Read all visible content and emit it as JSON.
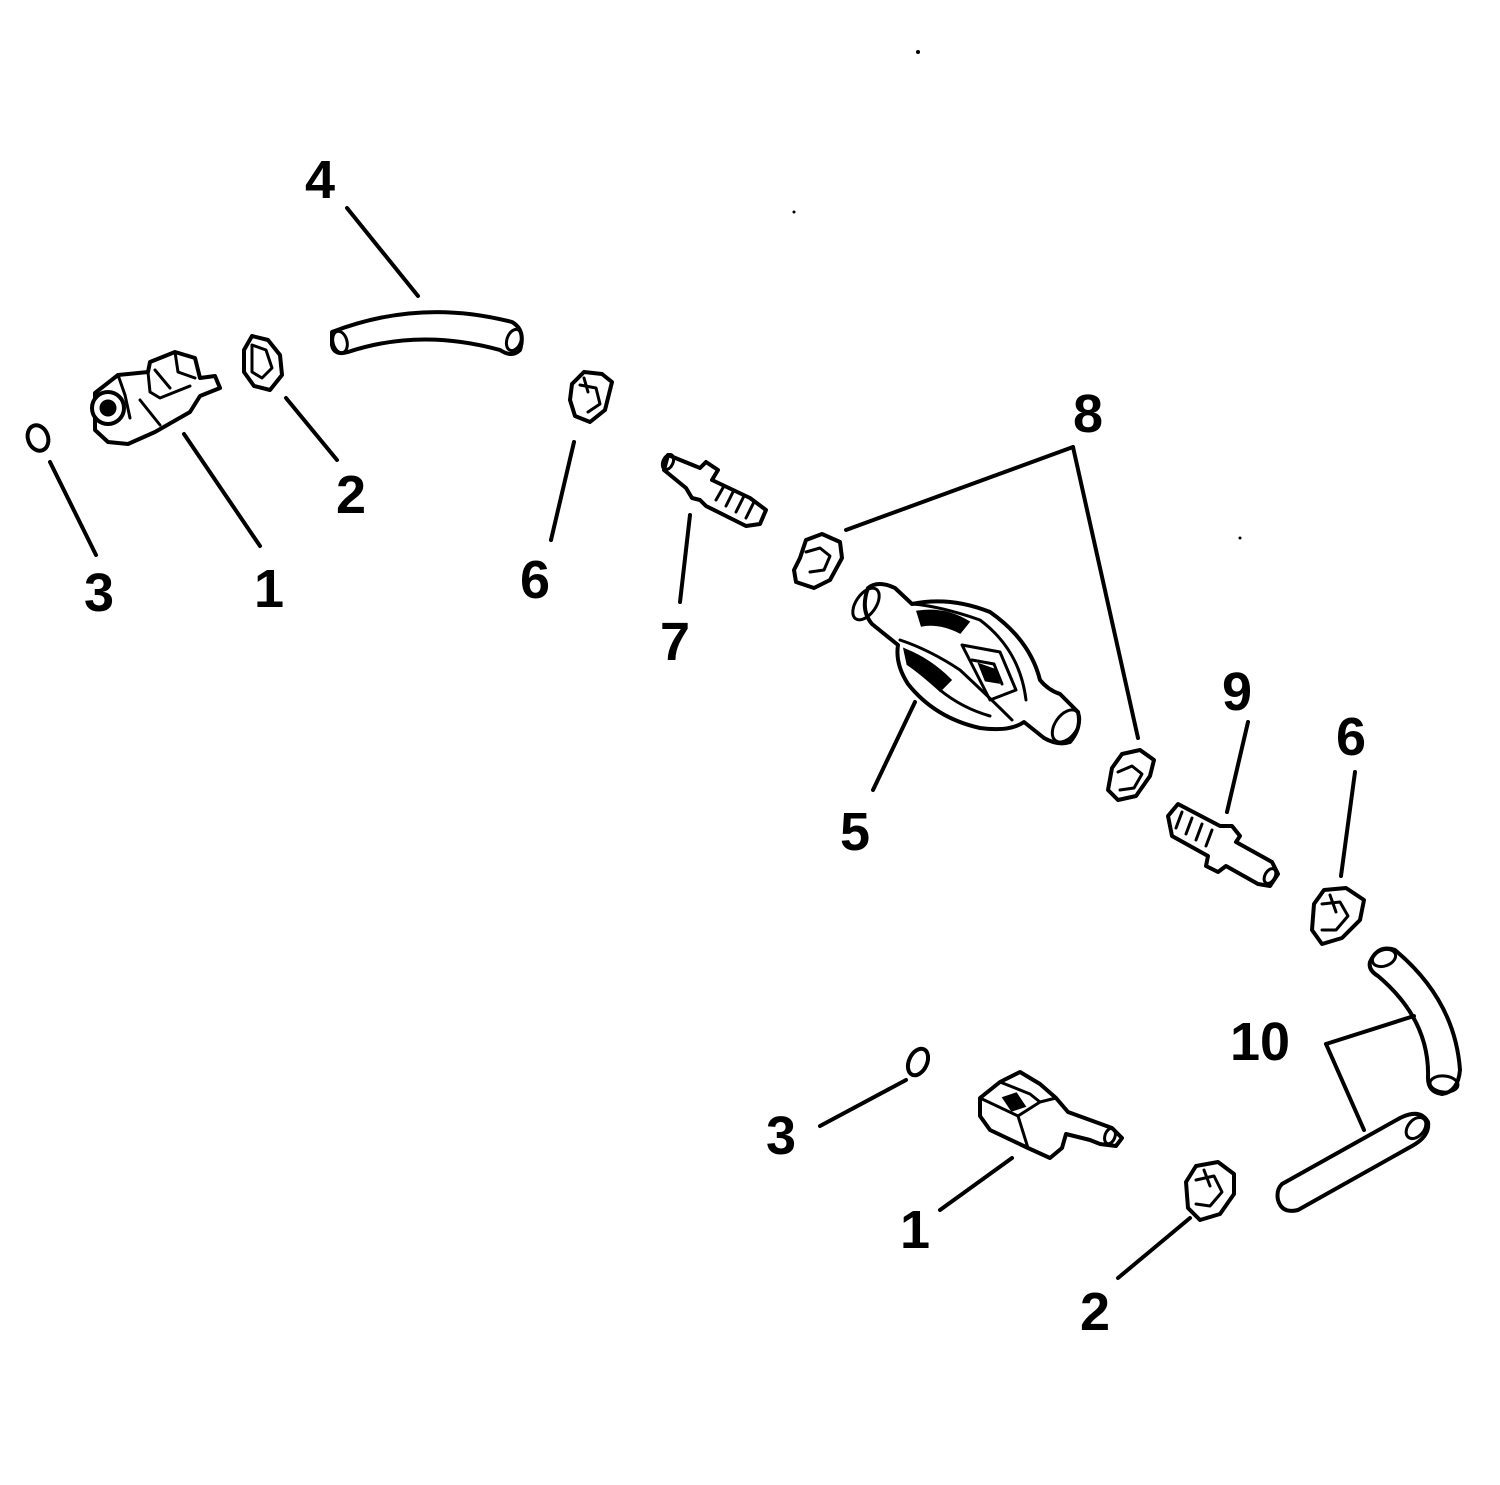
{
  "diagram": {
    "callouts": {
      "c1_top": "1",
      "c2_top": "2",
      "c3_top": "3",
      "c4": "4",
      "c5": "5",
      "c6_left": "6",
      "c6_right": "6",
      "c7": "7",
      "c8": "8",
      "c9": "9",
      "c10": "10",
      "c1_bottom": "1",
      "c2_bottom": "2",
      "c3_bottom": "3"
    }
  }
}
